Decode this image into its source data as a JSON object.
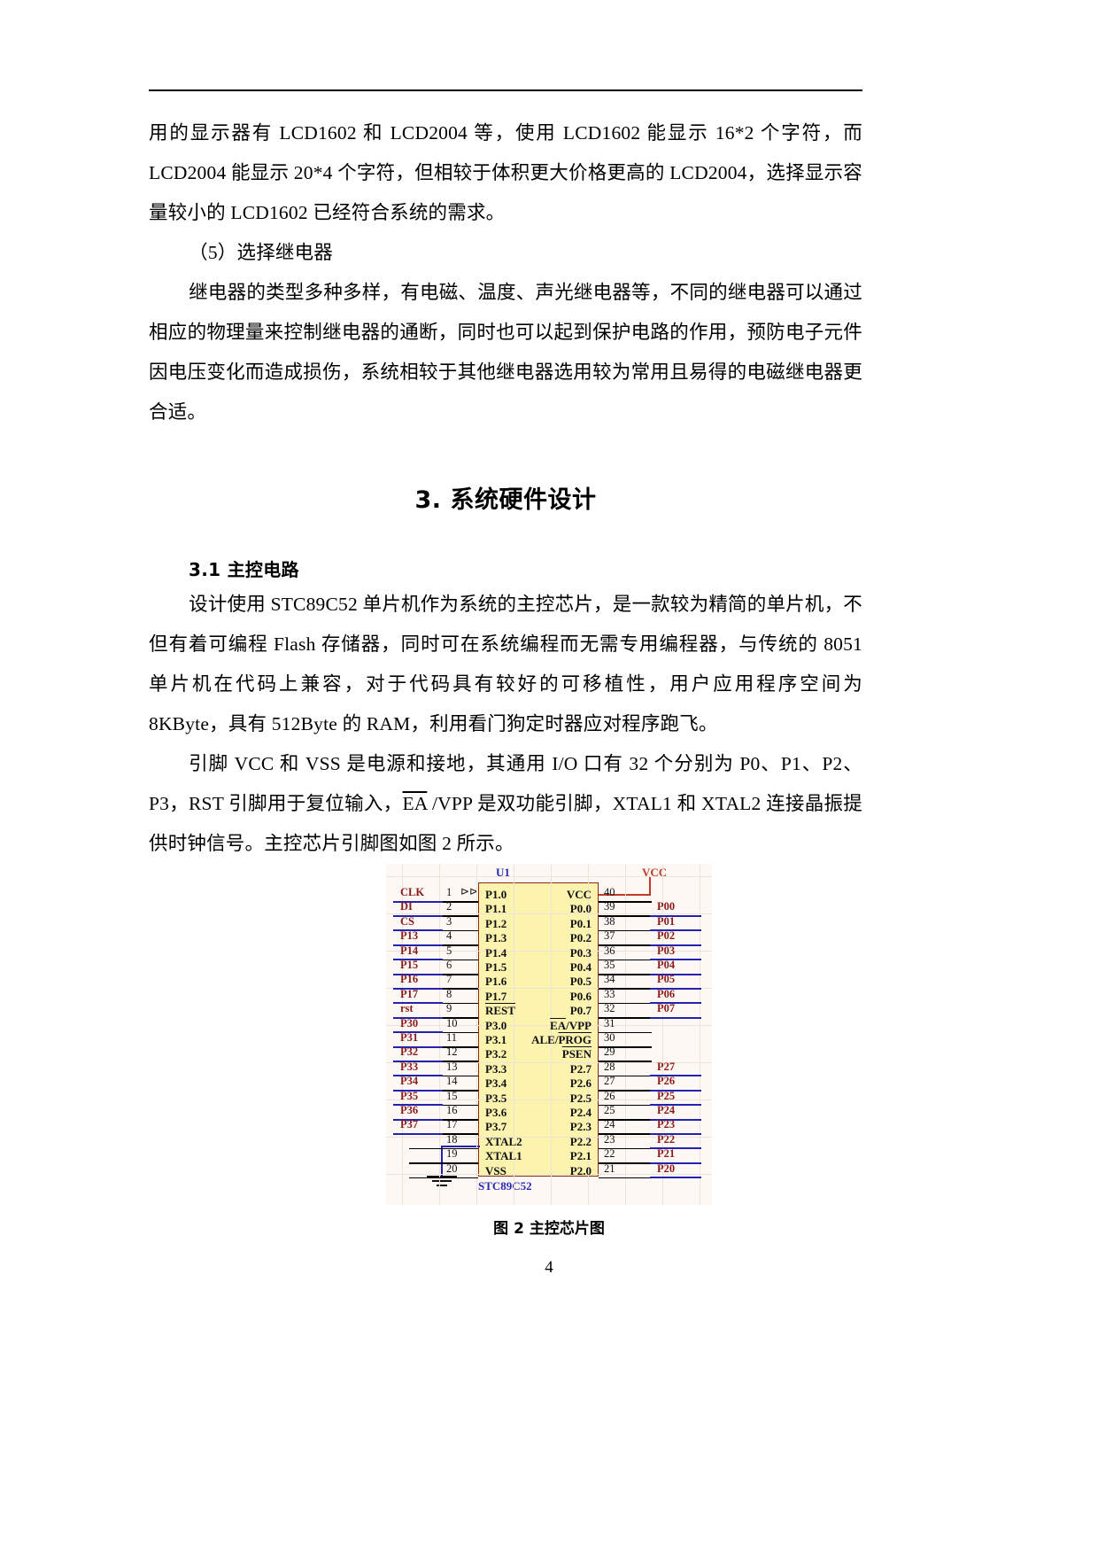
{
  "document": {
    "page_number": "4",
    "paragraphs": [
      "用的显示器有 LCD1602 和 LCD2004 等，使用 LCD1602 能显示 16*2 个字符，而 LCD2004 能显示 20*4 个字符，但相较于体积更大价格更高的 LCD2004，选择显示容量较小的 LCD1602 已经符合系统的需求。",
      "（5）选择继电器",
      "继电器的类型多种多样，有电磁、温度、声光继电器等，不同的继电器可以通过相应的物理量来控制继电器的通断，同时也可以起到保护电路的作用，预防电子元件因电压变化而造成损伤，系统相较于其他继电器选用较为常用且易得的电磁继电器更合适。"
    ],
    "heading1": "3. 系统硬件设计",
    "heading2": "3.1 主控电路",
    "paragraph_mcu": "设计使用 STC89C52 单片机作为系统的主控芯片，是一款较为精简的单片机，不但有着可编程 Flash 存储器，同时可在系统编程而无需专用编程器，与传统的 8051 单片机在代码上兼容，对于代码具有较好的可移植性，用户应用程序空间为 8KByte，具有 512Byte 的 RAM，利用看门狗定时器应对程序跑飞。",
    "paragraph_pins_part1": "引脚 VCC 和 VSS 是电源和接地，其通用 I/O 口有 32 个分别为 P0、P1、P2、P3，RST 引脚用于复位输入，",
    "paragraph_pins_overline": "EA",
    "paragraph_pins_part2": " /VPP 是双功能引脚，XTAL1 和 XTAL2 连接晶振提供时钟信号。主控芯片引脚图如图 2 所示。",
    "figure_caption": "图 2 主控芯片图"
  },
  "schematic": {
    "reference_designator": "U1",
    "part_number": "STC89C52",
    "vcc_label": "VCC",
    "left_nets": [
      "CLK",
      "DI",
      "CS",
      "P13",
      "P14",
      "P15",
      "P16",
      "P17",
      "rst",
      "P30",
      "P31",
      "P32",
      "P33",
      "P34",
      "P35",
      "P36",
      "P37",
      "",
      "",
      ""
    ],
    "left_pin_numbers": [
      "1",
      "2",
      "3",
      "4",
      "5",
      "6",
      "7",
      "8",
      "9",
      "10",
      "11",
      "12",
      "13",
      "14",
      "15",
      "16",
      "17",
      "18",
      "19",
      "20"
    ],
    "left_pin_names": [
      "P1.0",
      "P1.1",
      "P1.2",
      "P1.3",
      "P1.4",
      "P1.5",
      "P1.6",
      "P1.7",
      "REST",
      "P3.0",
      "P3.1",
      "P3.2",
      "P3.3",
      "P3.4",
      "P3.5",
      "P3.6",
      "P3.7",
      "XTAL2",
      "XTAL1",
      "VSS"
    ],
    "right_pin_numbers": [
      "40",
      "39",
      "38",
      "37",
      "36",
      "35",
      "34",
      "33",
      "32",
      "31",
      "30",
      "29",
      "28",
      "27",
      "26",
      "25",
      "24",
      "23",
      "22",
      "21"
    ],
    "right_pin_names": [
      "VCC",
      "P0.0",
      "P0.1",
      "P0.2",
      "P0.3",
      "P0.4",
      "P0.5",
      "P0.6",
      "P0.7",
      "EA/VPP",
      "ALE/PROG",
      "PSEN",
      "P2.7",
      "P2.6",
      "P2.5",
      "P2.4",
      "P2.3",
      "P2.2",
      "P2.1",
      "P2.0"
    ],
    "right_nets": [
      "",
      "P00",
      "P01",
      "P02",
      "P03",
      "P04",
      "P05",
      "P06",
      "P07",
      "",
      "",
      "",
      "P27",
      "P26",
      "P25",
      "P24",
      "P23",
      "P22",
      "P21",
      "P20"
    ],
    "colors": {
      "net_label": "#8b1a1a",
      "chip_fill": "#fbf3ae",
      "chip_border": "#8a2b11",
      "designator": "#2a2ab5",
      "wire_blue": "#2323b0",
      "power_red": "#c0392b",
      "canvas": "#fdf8f3"
    }
  }
}
